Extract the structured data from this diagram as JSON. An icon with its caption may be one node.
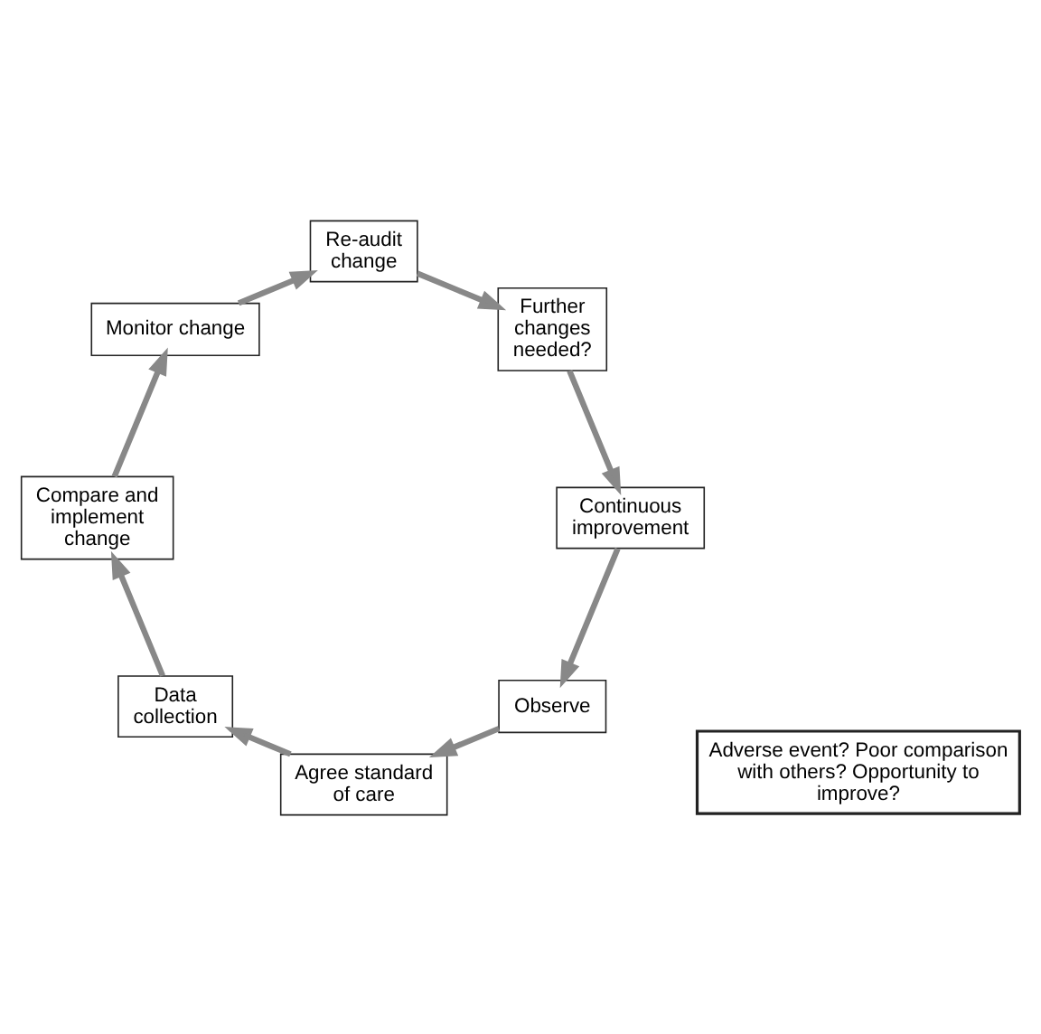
{
  "diagram": {
    "nodes": [
      {
        "text": [
          "Adverse event? Poor comparison with others? Opportunity to improve?"
        ]
      },
      {
        "text": [
          "Observe"
        ]
      },
      {
        "text": [
          "Agree standard of care"
        ]
      },
      {
        "text": [
          "Data collection"
        ]
      },
      {
        "text": [
          "Compare and implement change"
        ]
      },
      {
        "text": [
          "Monitor change"
        ]
      },
      {
        "text": [
          "Re-audit change"
        ]
      },
      {
        "text": [
          "Further changes needed?"
        ]
      },
      {
        "text": [
          "Continuous improvement"
        ]
      }
    ],
    "edges": [
      {
        "from": 1,
        "to": 2,
        "arrow": "to"
      },
      {
        "from": 2,
        "to": 3,
        "arrow": "to"
      },
      {
        "from": 3,
        "to": 4,
        "arrow": "to"
      },
      {
        "from": 4,
        "to": 5,
        "arrow": "to"
      },
      {
        "from": 5,
        "to": 6,
        "arrow": "to"
      },
      {
        "from": 6,
        "to": 7,
        "arrow": "to"
      },
      {
        "from": 7,
        "to": 8,
        "arrow": "to"
      },
      {
        "from": 8,
        "to": 1,
        "arrow": "to"
      }
    ]
  }
}
